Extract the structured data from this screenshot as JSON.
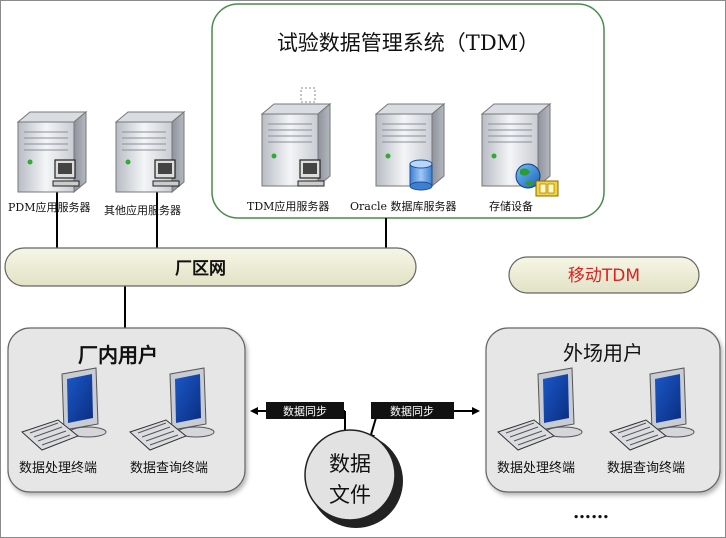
{
  "system_box": {
    "title": "试验数据管理系统（TDM）"
  },
  "servers": [
    {
      "label": "PDM应用服务器"
    },
    {
      "label": "其他应用服务器"
    },
    {
      "label": "TDM应用服务器"
    },
    {
      "label": "Oracle 数据库服务器"
    },
    {
      "label": "存储设备"
    }
  ],
  "network": {
    "label": "厂区网"
  },
  "mobile": {
    "label": "移动TDM",
    "color": "#e02020"
  },
  "internal_users": {
    "title": "厂内用户",
    "terminals": [
      {
        "label": "数据处理终端"
      },
      {
        "label": "数据查询终端"
      }
    ]
  },
  "external_users": {
    "title": "外场用户",
    "terminals": [
      {
        "label": "数据处理终端"
      },
      {
        "label": "数据查询终端"
      }
    ],
    "ellipsis": "……"
  },
  "sync": {
    "left_label": "数据同步",
    "right_label": "数据同步"
  },
  "data_file": {
    "line1": "数据",
    "line2": "文件"
  },
  "colors": {
    "system_border": "#4a8a4a",
    "bus_fill": "#eeeed8",
    "group_fill": "#e6e6e6"
  }
}
